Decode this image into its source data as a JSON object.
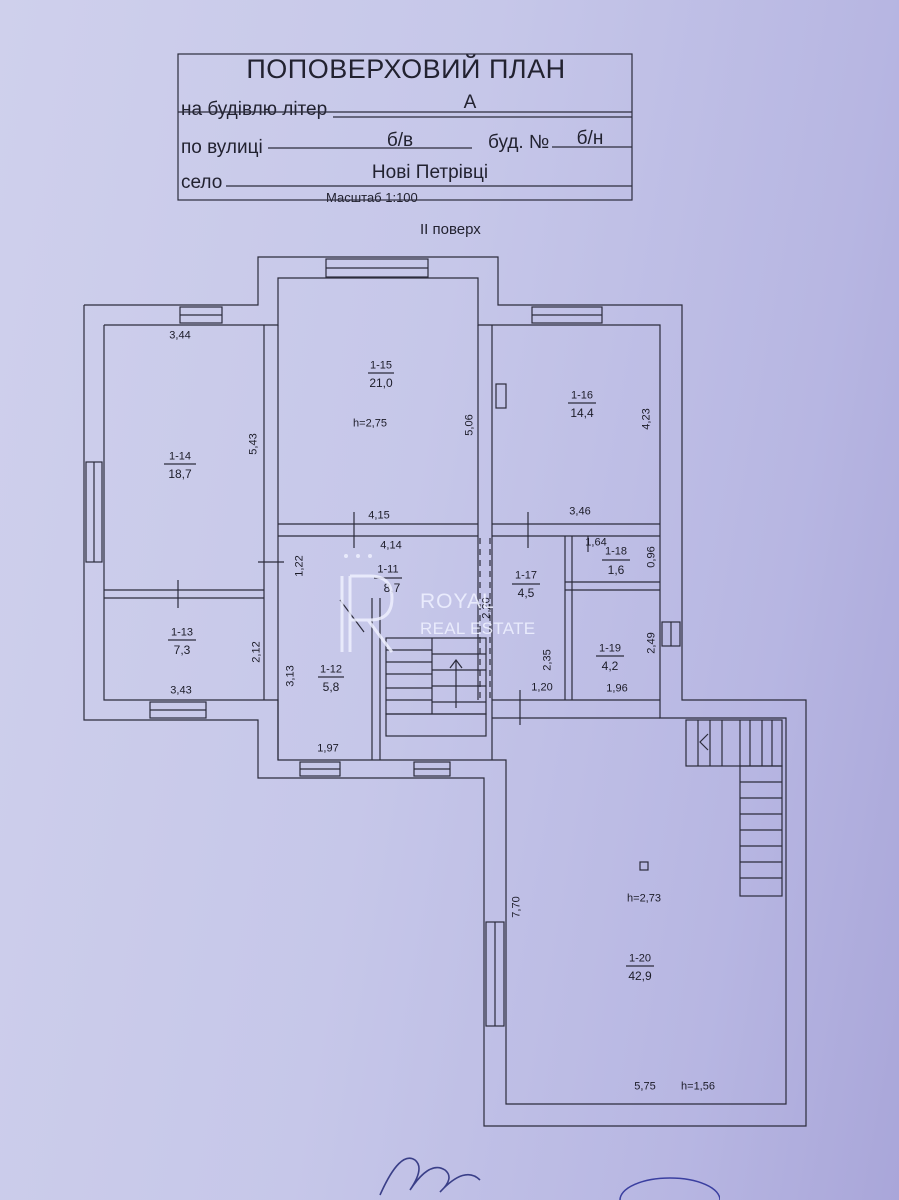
{
  "header": {
    "title": "ПОПОВЕРХОВИЙ ПЛАН",
    "building_label": "на будівлю літер",
    "building_value": "А",
    "street_label": "по вулиці",
    "street_value": "б/в",
    "house_label": "буд. №",
    "house_value": "б/н",
    "village_label": "село",
    "village_value": "Нові Петрівці",
    "scale": "Масштаб 1:100"
  },
  "floor_title": "II поверх",
  "rooms": [
    {
      "id": "1-14",
      "area": "18,7"
    },
    {
      "id": "1-15",
      "area": "21,0"
    },
    {
      "id": "1-16",
      "area": "14,4"
    },
    {
      "id": "1-11",
      "area": "8,7"
    },
    {
      "id": "1-17",
      "area": "4,5"
    },
    {
      "id": "1-18",
      "area": "1,6"
    },
    {
      "id": "1-13",
      "area": "7,3"
    },
    {
      "id": "1-12",
      "area": "5,8"
    },
    {
      "id": "1-19",
      "area": "4,2"
    },
    {
      "id": "1-20",
      "area": "42,9"
    }
  ],
  "heights": [
    "h=2,75",
    "h=2,73",
    "h=1,56"
  ],
  "dimensions": [
    "3,44",
    "5,43",
    "5,06",
    "4,23",
    "4,15",
    "3,46",
    "4,14",
    "1,64",
    "0,96",
    "1,22",
    "3,13",
    "2,12",
    "3,43",
    "1,97",
    "2,35",
    "1,20",
    "1,96",
    "2,49",
    "7,70",
    "5,75",
    "2,20"
  ],
  "watermark": {
    "line1": "ROYAL",
    "line2": "REAL ESTATE"
  },
  "colors": {
    "paper": "#c6c7e9",
    "ink": "#222230",
    "background": "#1e1f29"
  }
}
